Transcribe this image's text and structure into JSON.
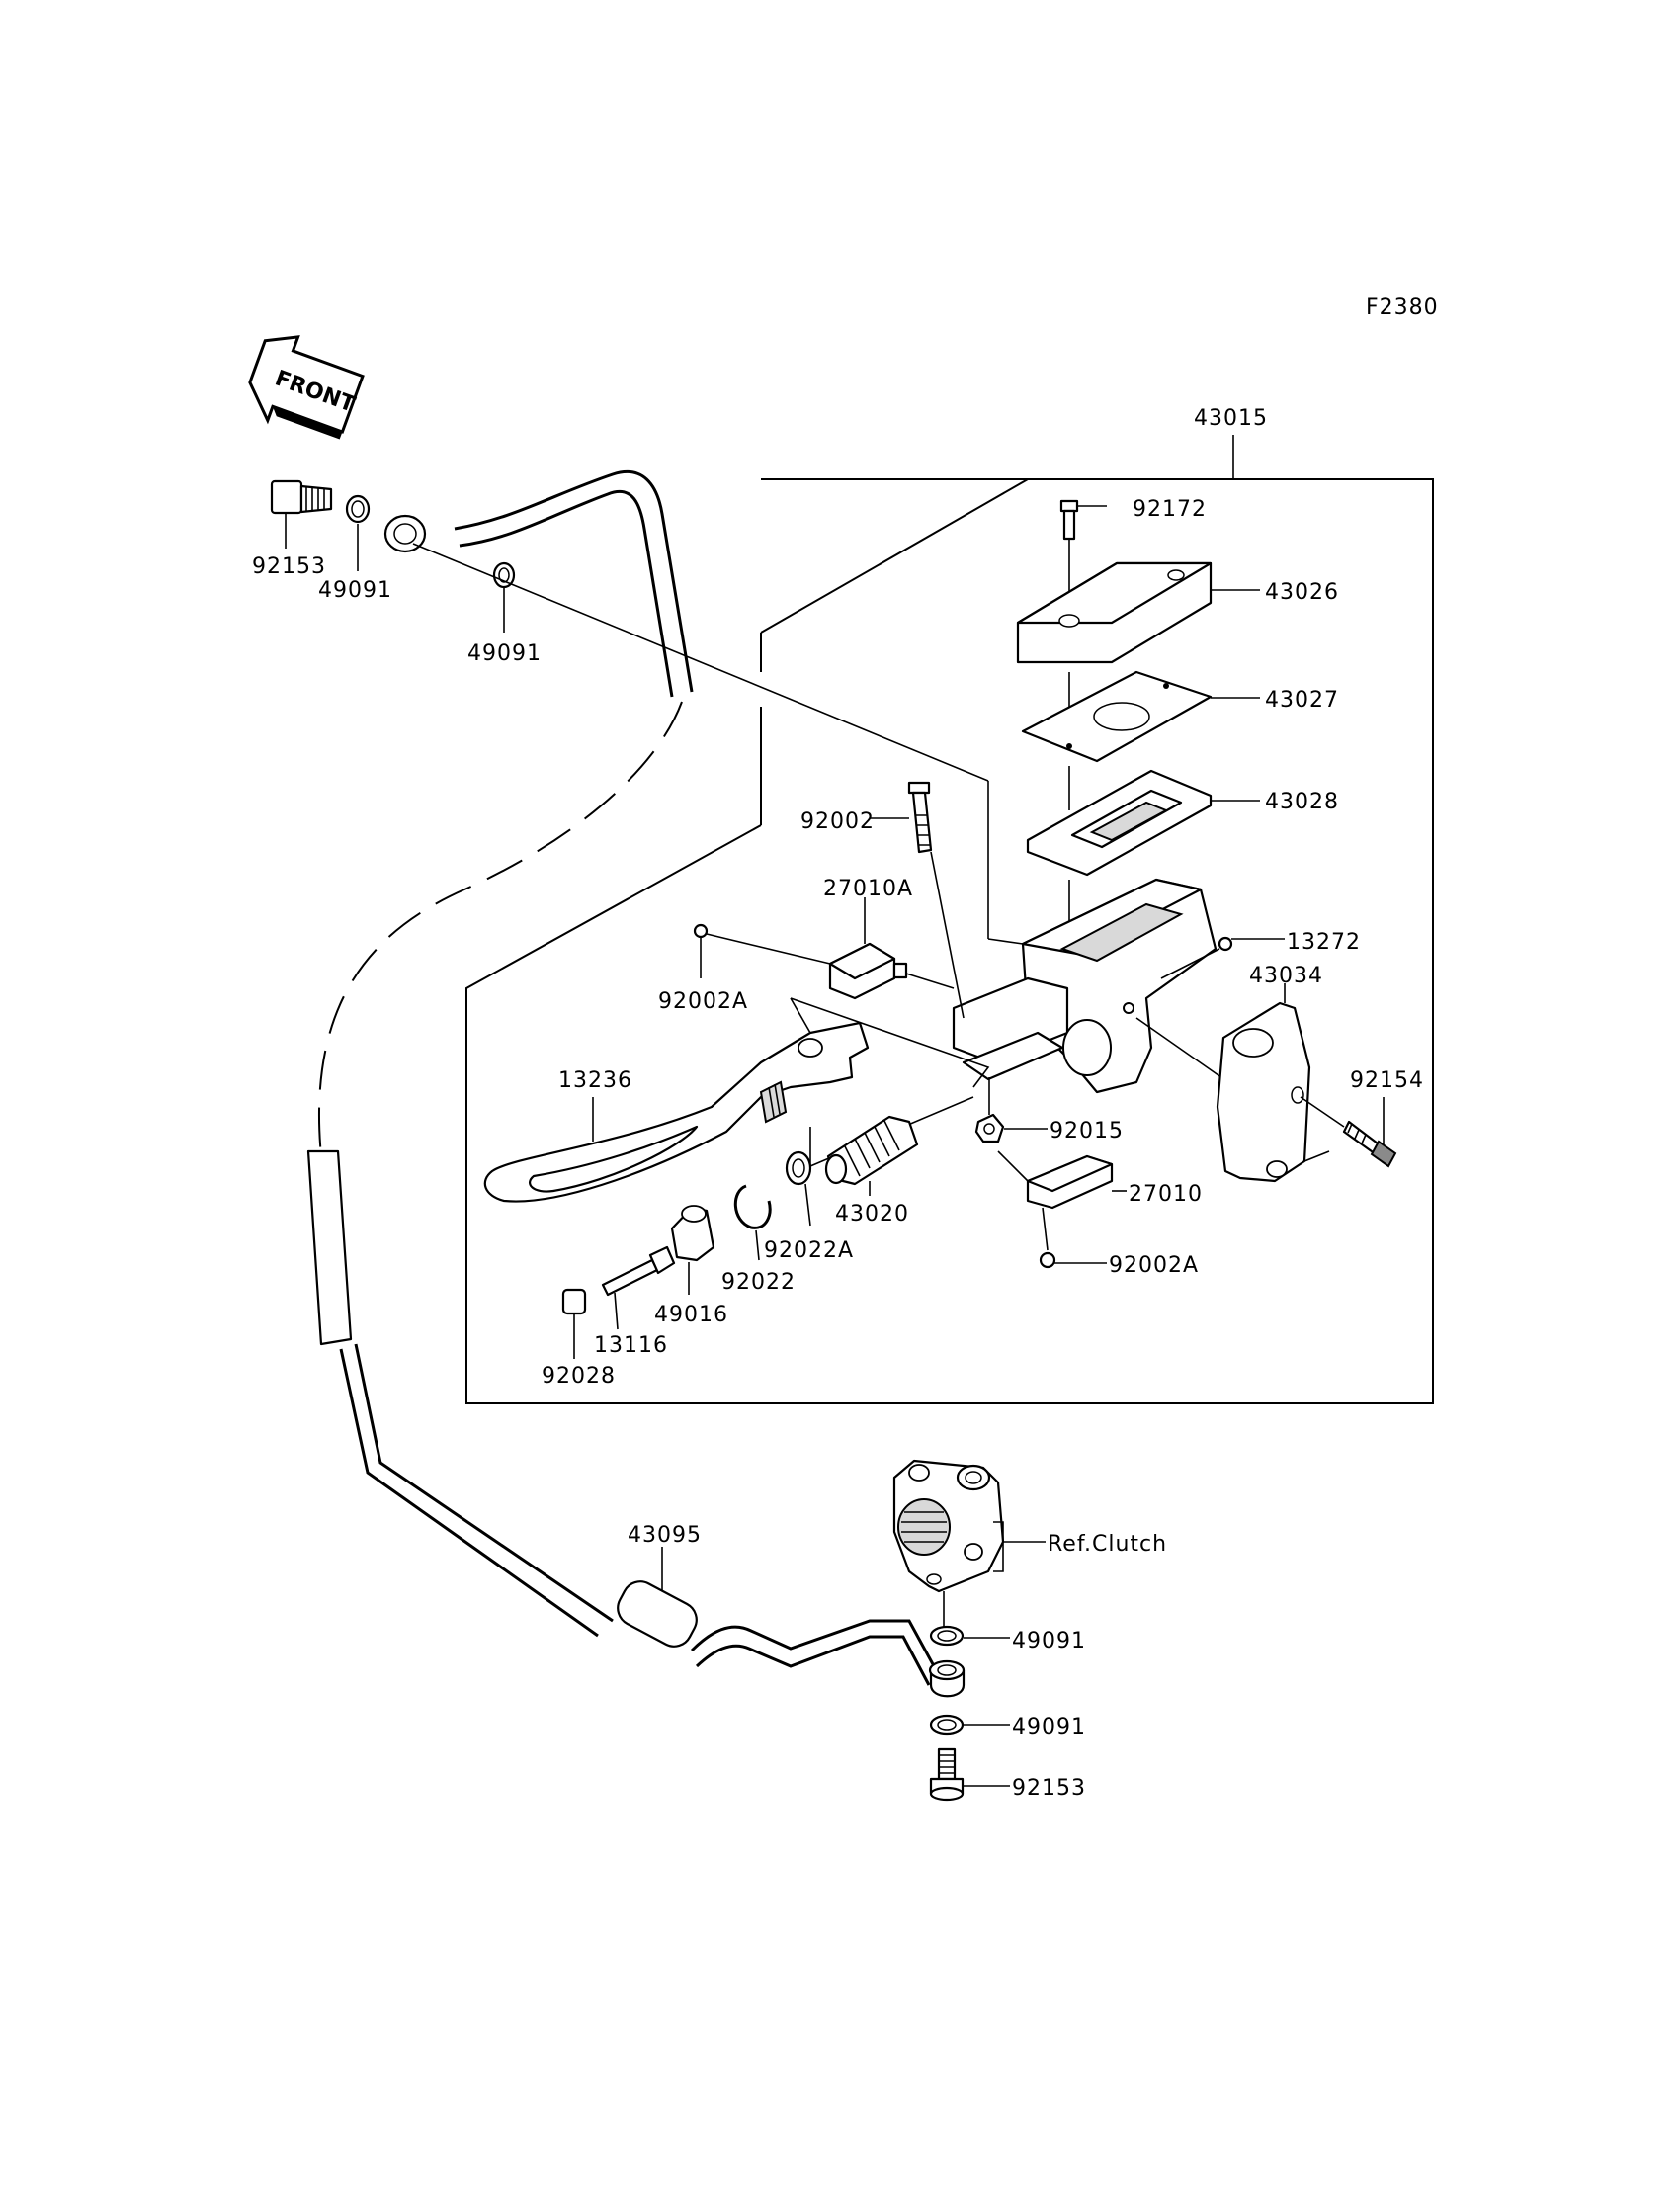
{
  "diagram": {
    "figure_code": "F2380",
    "front_arrow_text": "FRONT",
    "labels": {
      "p43015": "43015",
      "p92172": "92172",
      "p43026": "43026",
      "p43027": "43027",
      "p43028": "43028",
      "p92002": "92002",
      "p27010A": "27010A",
      "p13272": "13272",
      "p92002A_top": "92002A",
      "p43034": "43034",
      "p13236": "13236",
      "p92154": "92154",
      "p92015": "92015",
      "p43020": "43020",
      "p27010": "27010",
      "p92022A": "92022A",
      "p92022": "92022",
      "p49016": "49016",
      "p13116": "13116",
      "p92028": "92028",
      "p92002A_bottom": "92002A",
      "p92153_top": "92153",
      "p49091_a": "49091",
      "p49091_b": "49091",
      "p43095": "43095",
      "ref_clutch": "Ref.Clutch",
      "p49091_c": "49091",
      "p49091_d": "49091",
      "p92153_bottom": "92153"
    }
  }
}
